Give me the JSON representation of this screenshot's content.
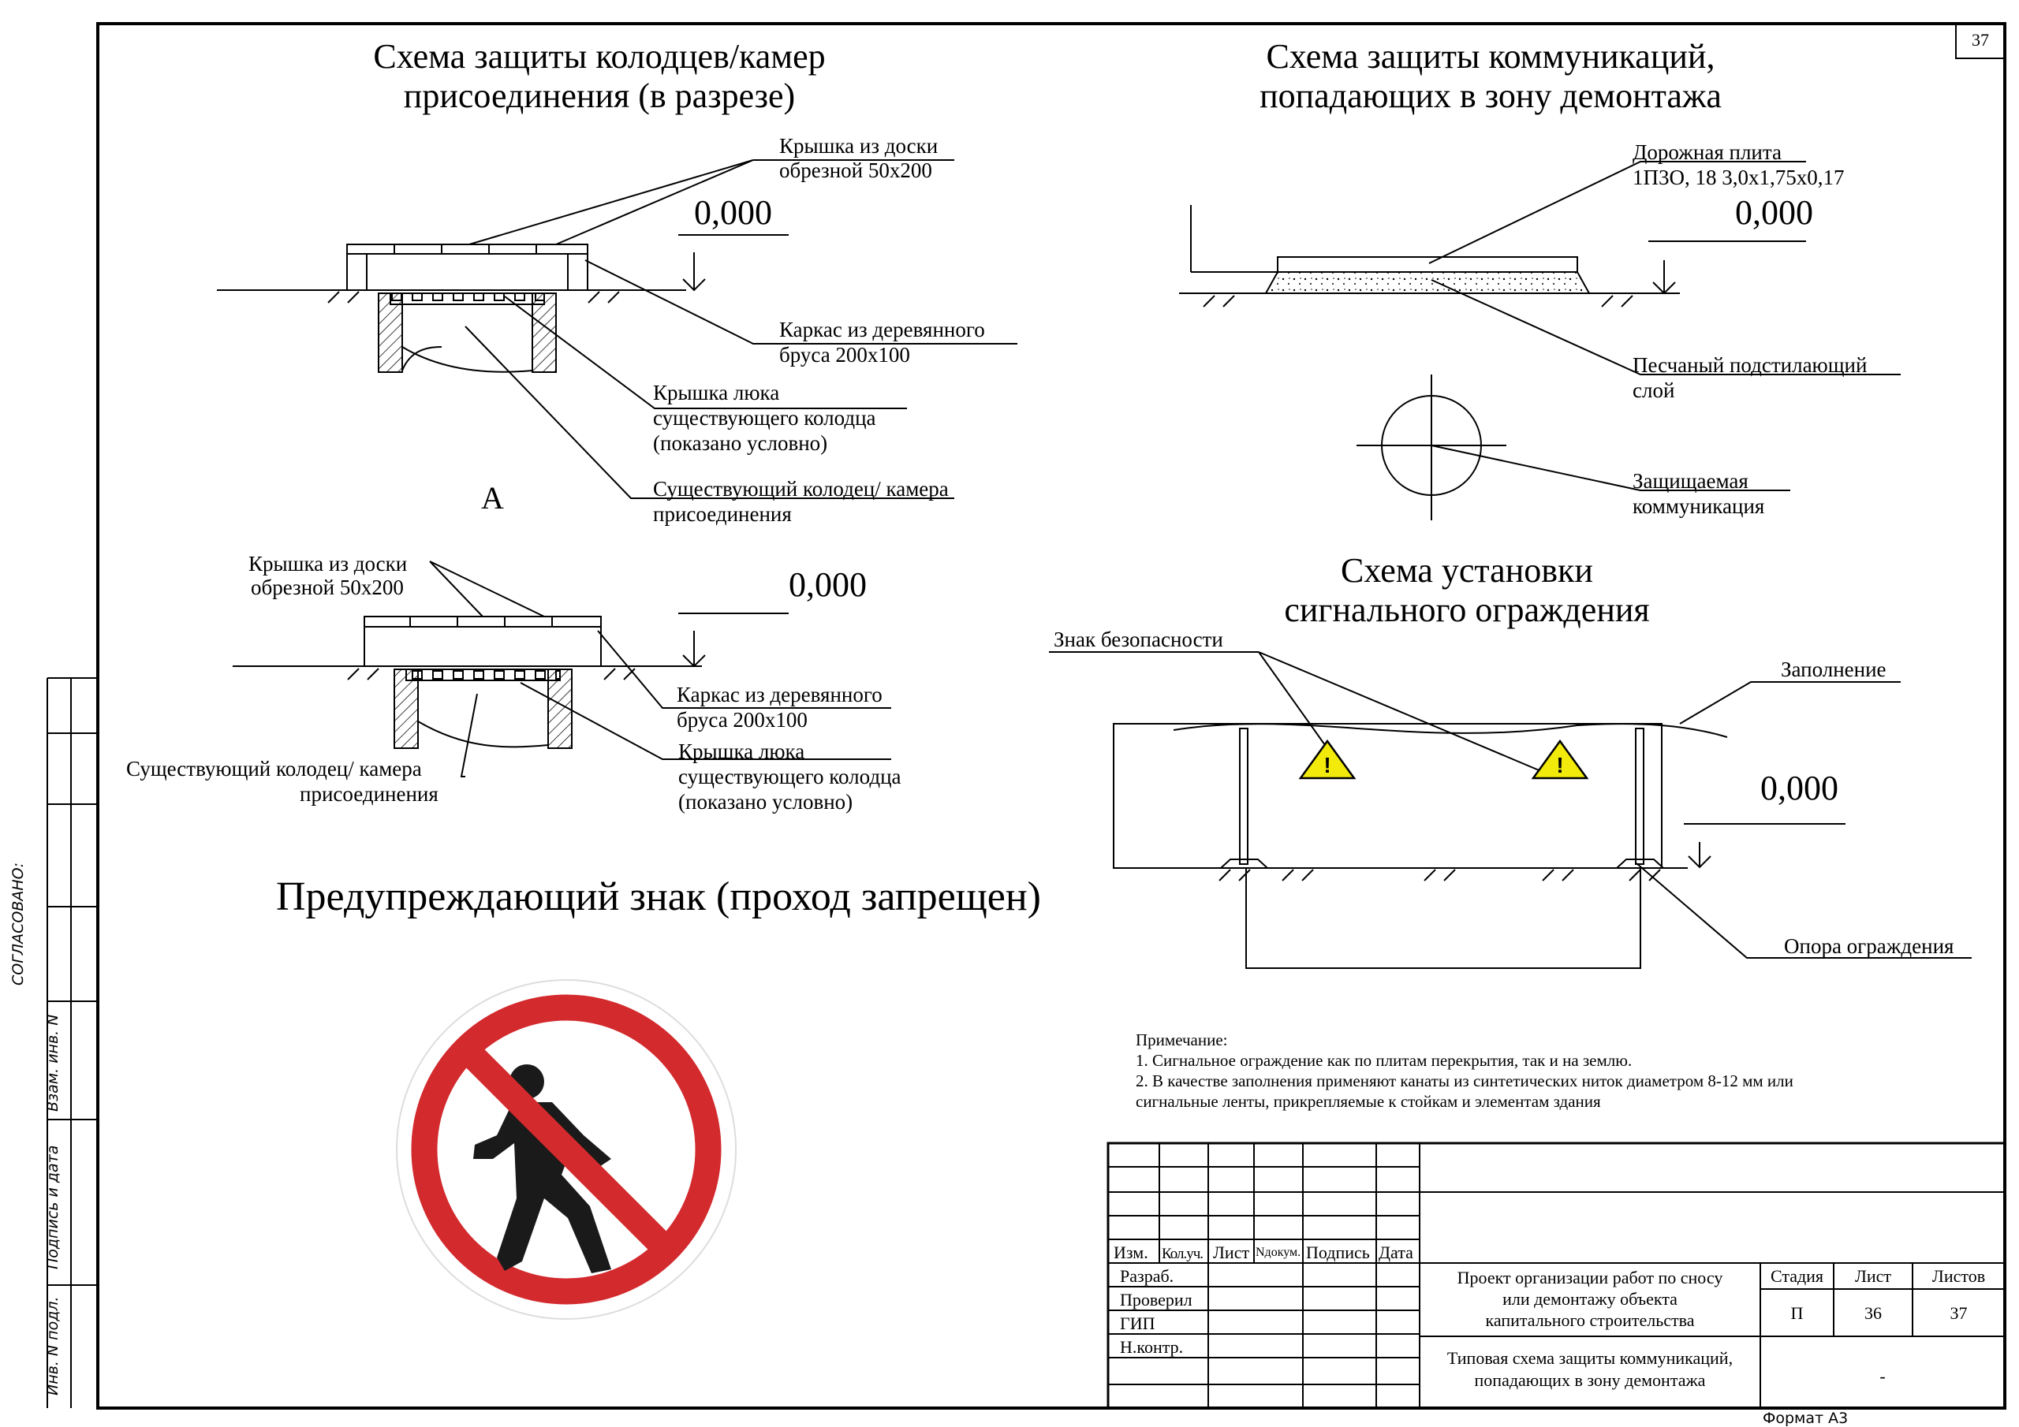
{
  "sheet_number": "37",
  "format": "Формат А3",
  "left_stamp": {
    "agreed": "СОГЛАСОВАНО:",
    "swap_inv": "Взам. инв. N",
    "sign_date": "Подпись и дата",
    "inv_orig": "Инв. N подл."
  },
  "scheme_wells": {
    "title_line1": "Схема защиты колодцев/камер",
    "title_line2": "присоединения (в разрезе)",
    "label_cover_1": "Крышка из доски",
    "label_cover_2": "обрезной 50х200",
    "level": "0,000",
    "label_frame_1": "Каркас из деревянного",
    "label_frame_2": "бруса 200х100",
    "label_hatch_1": "Крышка люка",
    "label_hatch_2": "существующего колодца",
    "label_hatch_3": "(показано условно)",
    "label_well_1": "Существующий колодец/ камера",
    "label_well_2": "присоединения",
    "section_letter": "А"
  },
  "scheme_a": {
    "label_cover_1": "Крышка из доски",
    "label_cover_2": "обрезной 50х200",
    "level": "0,000",
    "label_frame_1": "Каркас из деревянного",
    "label_frame_2": "бруса 200х100",
    "label_hatch_1": "Крышка люка",
    "label_hatch_2": "существующего колодца",
    "label_hatch_3": "(показано условно)",
    "label_well_1": "Существующий колодец/ камера",
    "label_well_2": "присоединения"
  },
  "scheme_comm": {
    "title_line1": "Схема защиты коммуникаций,",
    "title_line2": "попадающих в зону демонтажа",
    "label_slab_1": "Дорожная плита",
    "label_slab_2": "1П3О, 18 3,0х1,75х0,17",
    "level": "0,000",
    "label_sand_1": "Песчаный подстилающий",
    "label_sand_2": "слой",
    "label_pipe_1": "Защищаемая",
    "label_pipe_2": "коммуникация"
  },
  "scheme_fence": {
    "title_line1": "Схема установки",
    "title_line2": "сигнального ограждения",
    "label_sign": "Знак безопасности",
    "label_fill": "Заполнение",
    "level": "0,000",
    "label_post": "Опора ограждения"
  },
  "warning_sign": {
    "title": "Предупреждающий знак (проход запрещен)"
  },
  "notes": {
    "header": "Примечание:",
    "n1": "1. Сигнальное ограждение как по плитам перекрытия, так и на землю.",
    "n2a": "2. В качестве заполнения применяют канаты из синтетических ниток диаметром 8-12 мм или",
    "n2b": "сигнальные ленты, прикрепляемые к стойкам и элементам здания"
  },
  "title_block": {
    "col_izm": "Изм.",
    "col_kolvo": "Кол.уч.",
    "col_list": "Лист",
    "col_ndok": "Nдокум.",
    "col_podpis": "Подпись",
    "col_data": "Дата",
    "row_razrab": "Разраб.",
    "row_prov": "Проверил",
    "row_gip": "ГИП",
    "row_nkontr": "Н.контр.",
    "project_1": "Проект организации работ по сносу",
    "project_2": "или демонтажу объекта",
    "project_3": "капитального строительства",
    "sheet_title_1": "Типовая схема защиты коммуникаций,",
    "sheet_title_2": "попадающих в зону демонтажа",
    "stage_h": "Стадия",
    "list_h": "Лист",
    "listov_h": "Листов",
    "stage_v": "П",
    "list_v": "36",
    "listov_v": "37",
    "dash": "-"
  },
  "colors": {
    "sign_red": "#d32a2e",
    "sign_yellow": "#f2ea0a",
    "ink": "#000000"
  }
}
